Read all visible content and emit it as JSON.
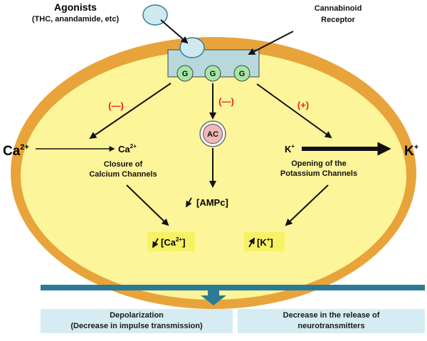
{
  "agonists": {
    "title": "Agonists",
    "examples": "(THC, anandamide, etc)"
  },
  "receptor": {
    "line1": "Cannabinoid",
    "line2": "Receptor"
  },
  "g_proteins": [
    "G",
    "G",
    "G"
  ],
  "effects": {
    "left": "(—)",
    "middle": "(—)",
    "right": "(+)"
  },
  "enzyme": "AC",
  "ions": {
    "ca_outside": "Ca",
    "ca_outside_sup": "2+",
    "ca_inside": "Ca",
    "ca_inside_sup": "2+",
    "k_inside": "K",
    "k_inside_sup": "+",
    "k_outside": "K",
    "k_outside_sup": "+"
  },
  "channels": {
    "calcium_line1": "Closure of",
    "calcium_line2": "Calcium Channels",
    "potassium_line1": "Opening of the",
    "potassium_line2": "Potassium Channels"
  },
  "second_messenger": "[AMPc]",
  "results": {
    "calcium_open": "[Ca",
    "calcium_sup": "2+",
    "calcium_close": "]",
    "potassium_open": "[K",
    "potassium_sup": "+",
    "potassium_close": "]"
  },
  "outcomes": {
    "left_line1": "Depolarization",
    "left_line2": "(Decrease in impulse transmission)",
    "right_line1": "Decrease in the release of",
    "right_line2": "neurotransmitters"
  },
  "colors": {
    "cell_border": "#e8a43a",
    "cytoplasm": "#fdf59a",
    "receptor": "#b8d8dc",
    "g_protein": "#a6e6a6",
    "ac": "#f2b8b8",
    "result_box": "#f7f264",
    "inhibit_sign": "#e82020",
    "bar": "#2b7b97",
    "outcome_box": "#d6ecf3"
  }
}
